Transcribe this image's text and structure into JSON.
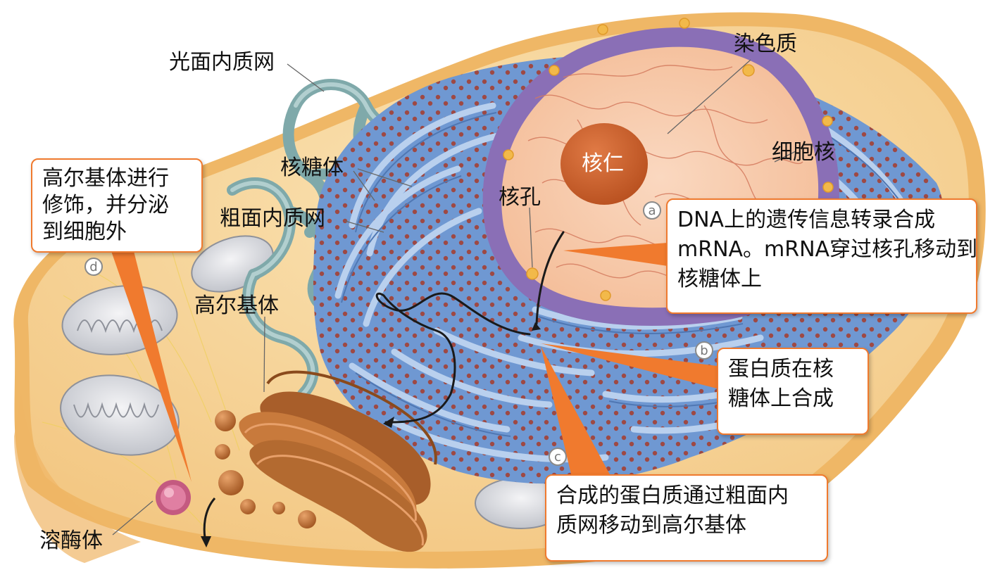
{
  "labels": {
    "smooth_er": "光面内质网",
    "ribosome": "核糖体",
    "rough_er": "粗面内质网",
    "golgi": "高尔基体",
    "lysosome": "溶酶体",
    "nucleolus": "核仁",
    "nuclear_pore": "核孔",
    "chromatin": "染色质",
    "nucleus": "细胞核"
  },
  "steps": {
    "a": "a",
    "b": "b",
    "c": "c",
    "d": "d"
  },
  "callouts": {
    "a": [
      "DNA上的遗传信息转录合成",
      "mRNA。mRNA穿过核孔移动到",
      "核糖体上"
    ],
    "b": [
      "蛋白质在核",
      "糖体上合成"
    ],
    "c": [
      "合成的蛋白质通过粗面内",
      "质网移动到高尔基体"
    ],
    "d": [
      "高尔基体进行",
      "修饰，并分泌",
      "到细胞外"
    ]
  },
  "colors": {
    "cytoplasm": "#f7cf8a",
    "membrane": "#e8a64a",
    "rough_er": "#7aa3d8",
    "nucleus": "#f7c9a6",
    "nuclear_envelope": "#8c72b8",
    "nucleolus": "#d2642d",
    "golgi": "#c87a3c",
    "smooth_er": "#9ec2c2",
    "ribosome": "#a03a2a",
    "callout_border": "#f07a2e"
  }
}
